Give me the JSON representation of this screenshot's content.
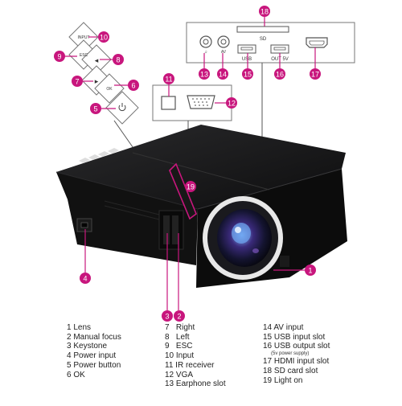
{
  "callout_color": "#c8167d",
  "keypad": {
    "buttons": [
      {
        "num": "10",
        "label": "INPUT",
        "icon": ""
      },
      {
        "num": "9",
        "label": "ESC",
        "icon": ""
      },
      {
        "num": "8",
        "label": "",
        "icon": "◂"
      },
      {
        "num": "7",
        "label": "",
        "icon": "▸"
      },
      {
        "num": "6",
        "label": "OK",
        "icon": ""
      },
      {
        "num": "5",
        "label": "",
        "icon": "power-icon"
      }
    ]
  },
  "top_panel": {
    "sd_label": "SD",
    "av_label": "AV",
    "usb_label": "USB",
    "out_label": "OUT 5V",
    "callouts": [
      "18",
      "13",
      "14",
      "15",
      "16",
      "17"
    ]
  },
  "side_panel": {
    "callouts": [
      "11",
      "12"
    ]
  },
  "projector": {
    "callouts": [
      "19",
      "4",
      "1",
      "3",
      "2"
    ]
  },
  "legend": {
    "col1": [
      "1 Lens",
      "2 Manual focus",
      "3 Keystone",
      "4 Power input",
      "5 Power button",
      "6 OK"
    ],
    "col2": [
      "7   Right",
      "8   Left",
      "9   ESC",
      "10 Input",
      "11 IR receiver",
      "12 VGA",
      "13 Earphone slot"
    ],
    "col3": [
      "14 AV input",
      "15 USB input slot",
      "16 USB output slot",
      "17 HDMI input slot",
      "18 SD card slot",
      "19 Light on"
    ],
    "col3_note": "(5v power supply)"
  }
}
